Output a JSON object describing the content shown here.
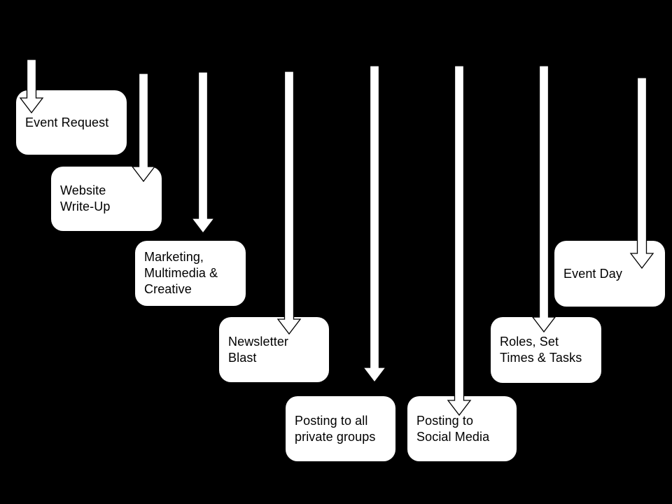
{
  "diagram": {
    "title": "",
    "background_color": "#000000",
    "node_fill_color": "#ffffff",
    "node_text_color": "#000000",
    "arrow_fill_color": "#ffffff",
    "arrow_outline_color": "#000000",
    "nodes": [
      {
        "id": "event-request",
        "label": "Event Request"
      },
      {
        "id": "website-write-up",
        "label": "Website\nWrite-Up"
      },
      {
        "id": "marketing-multimedia-creative",
        "label": "Marketing,\nMultimedia &\nCreative"
      },
      {
        "id": "newsletter-blast",
        "label": "Newsletter\nBlast"
      },
      {
        "id": "posting-private-groups",
        "label": "Posting to all\nprivate groups"
      },
      {
        "id": "posting-social-media",
        "label": "Posting to\nSocial Media"
      },
      {
        "id": "roles-set-times-tasks",
        "label": "Roles, Set\nTimes & Tasks"
      },
      {
        "id": "event-day",
        "label": "Event Day"
      }
    ],
    "connectors": [
      {
        "type": "down-arrow",
        "target": "event-request"
      },
      {
        "type": "down-arrow",
        "target": "website-write-up"
      },
      {
        "type": "down-arrow",
        "target": "marketing-multimedia-creative"
      },
      {
        "type": "down-arrow",
        "target": "newsletter-blast"
      },
      {
        "type": "down-arrow",
        "target": "posting-private-groups"
      },
      {
        "type": "down-arrow",
        "target": "posting-social-media"
      },
      {
        "type": "down-arrow",
        "target": "roles-set-times-tasks"
      },
      {
        "type": "down-arrow",
        "target": "event-day"
      }
    ]
  }
}
